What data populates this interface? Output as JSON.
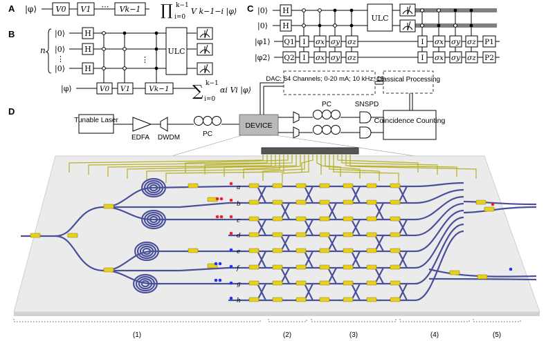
{
  "panels": {
    "A": {
      "letter": "A",
      "input": "|φ⟩",
      "gates": [
        "V0",
        "V1",
        "Vk−1"
      ],
      "ellipsis": "⋯",
      "output_prod": "∏",
      "output_sup": "k−1",
      "output_sub": "i=0",
      "output_tail": "V k−1−i |φ⟩"
    },
    "B": {
      "letter": "B",
      "register": "n",
      "qubits": [
        "|0⟩",
        "|0⟩",
        "|0⟩"
      ],
      "vdots": "⋮",
      "h_gate": "H",
      "ulc": "ULC",
      "ancilla": "|φ⟩",
      "gates": [
        "V0",
        "V1",
        "Vk−1"
      ],
      "output_sum": "∑",
      "output_sup": "k−1",
      "output_sub": "i=0",
      "output_tail": "αi Vi |φ⟩"
    },
    "C": {
      "letter": "C",
      "inputs": [
        "|0⟩",
        "|0⟩",
        "|φ1⟩",
        "|φ2⟩"
      ],
      "h_gate": "H",
      "ulc": "ULC",
      "q_gates": [
        "Q1",
        "Q2"
      ],
      "pauli": [
        "I",
        "σx",
        "σy",
        "σz"
      ],
      "p_gates": [
        "P1",
        "P2"
      ]
    },
    "D": {
      "letter": "D",
      "laser": "Tunable Laser",
      "edfa": "EDFA",
      "dwdm": "DWDM",
      "pc": "PC",
      "device": "DEVICE",
      "dac": "DAC: 64 Channels; 0-20 mA; 10 kHz; 16 bit",
      "classical": "Classical Processing",
      "pc2": "PC",
      "snspd": "SNSPD",
      "coincidence": "Coincidence Counting",
      "mode_labels": [
        "a",
        "b",
        "c",
        "d",
        "e",
        "f",
        "g",
        "h"
      ],
      "section_labels": [
        "(1)",
        "(2)",
        "(3)",
        "(4)",
        "(5)"
      ]
    }
  },
  "colors": {
    "waveguide": "#4a4f9a",
    "electrode": "#b8b22a",
    "heater": "#e6d21e",
    "photon_red": "#e8232a",
    "photon_blue": "#2334e8",
    "chip": "#eaeaea"
  }
}
